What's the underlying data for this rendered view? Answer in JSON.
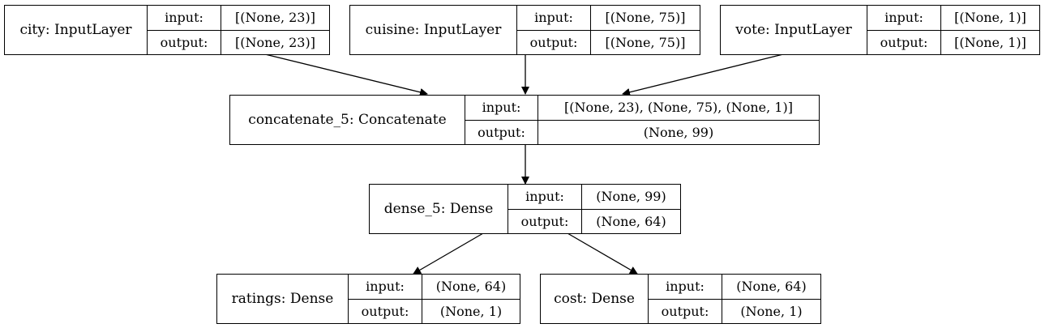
{
  "labels": {
    "input": "input:",
    "output": "output:"
  },
  "nodes": {
    "city": {
      "name": "city: InputLayer",
      "input": "[(None, 23)]",
      "output": "[(None, 23)]"
    },
    "cuisine": {
      "name": "cuisine: InputLayer",
      "input": "[(None, 75)]",
      "output": "[(None, 75)]"
    },
    "vote": {
      "name": "vote: InputLayer",
      "input": "[(None, 1)]",
      "output": "[(None, 1)]"
    },
    "concatenate": {
      "name": "concatenate_5: Concatenate",
      "input": "[(None, 23), (None, 75), (None, 1)]",
      "output": "(None, 99)"
    },
    "dense": {
      "name": "dense_5: Dense",
      "input": "(None, 99)",
      "output": "(None, 64)"
    },
    "ratings": {
      "name": "ratings: Dense",
      "input": "(None, 64)",
      "output": "(None, 1)"
    },
    "cost": {
      "name": "cost: Dense",
      "input": "(None, 64)",
      "output": "(None, 1)"
    }
  },
  "edges": [
    {
      "from": "city",
      "to": "concatenate"
    },
    {
      "from": "cuisine",
      "to": "concatenate"
    },
    {
      "from": "vote",
      "to": "concatenate"
    },
    {
      "from": "concatenate",
      "to": "dense"
    },
    {
      "from": "dense",
      "to": "ratings"
    },
    {
      "from": "dense",
      "to": "cost"
    }
  ]
}
